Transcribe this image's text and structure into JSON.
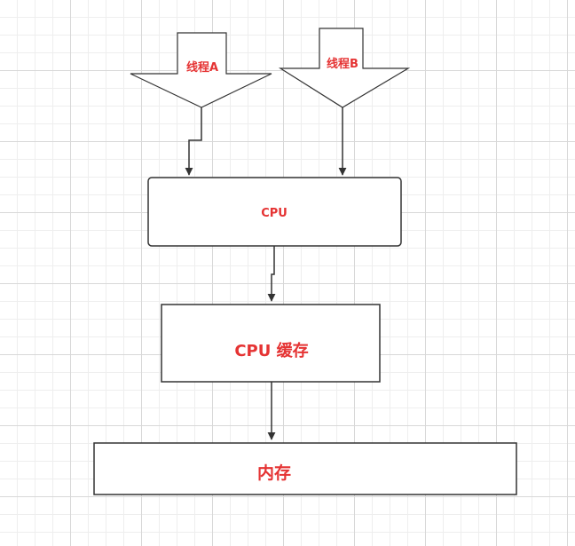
{
  "diagram": {
    "thread_a": {
      "label": "线程A"
    },
    "thread_b": {
      "label": "线程B"
    },
    "cpu": {
      "label": "CPU"
    },
    "cpu_cache": {
      "label": "CPU 缓存"
    },
    "memory": {
      "label": "内存"
    }
  },
  "colors": {
    "label_red": "#e53333",
    "stroke": "#333333",
    "fill": "#ffffff"
  }
}
